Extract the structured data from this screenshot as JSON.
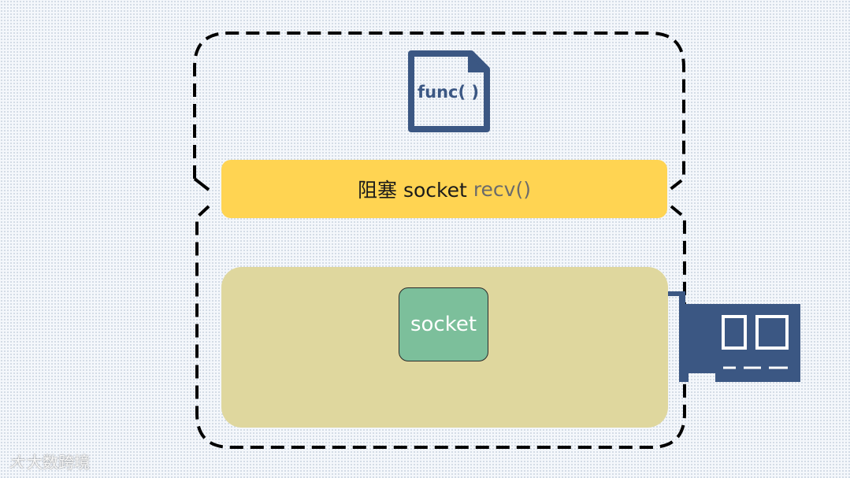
{
  "func_icon": {
    "label": "func( )",
    "color": "#3b5783"
  },
  "banner": {
    "text_blocking": "阻塞 socket",
    "text_recv": "recv()",
    "color": "#ffd452",
    "recv_color": "#6b6b6b"
  },
  "kernel": {
    "color": "#dfd79e",
    "socket_label": "socket",
    "socket_color": "#7cbf9b"
  },
  "nic": {
    "color": "#3b5783"
  },
  "watermark": {
    "mark": "大",
    "text": "大数跨境"
  }
}
